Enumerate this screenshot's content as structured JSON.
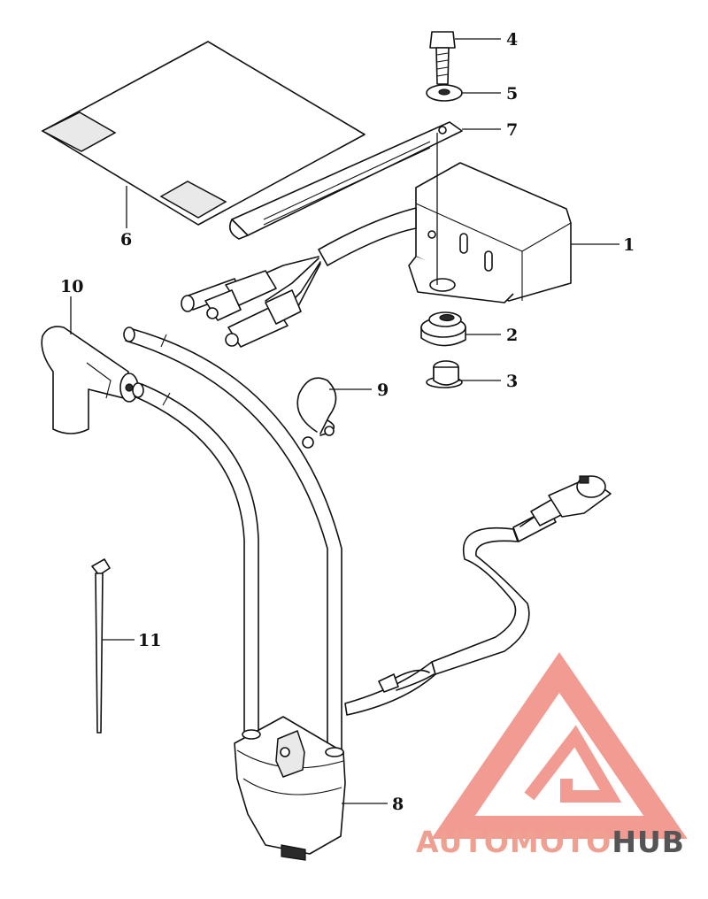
{
  "callouts": [
    {
      "id": "1",
      "text": "1"
    },
    {
      "id": "2",
      "text": "2"
    },
    {
      "id": "3",
      "text": "3"
    },
    {
      "id": "4",
      "text": "4"
    },
    {
      "id": "5",
      "text": "5"
    },
    {
      "id": "6",
      "text": "6"
    },
    {
      "id": "7",
      "text": "7"
    },
    {
      "id": "8",
      "text": "8"
    },
    {
      "id": "9",
      "text": "9"
    },
    {
      "id": "10",
      "text": "10"
    },
    {
      "id": "11",
      "text": "11"
    }
  ],
  "watermark": {
    "part1": "AUTOMOTO",
    "part2": "HUB",
    "color_primary": "#f08a80",
    "color_accent": "#f0b24a",
    "color_dark": "#555555"
  }
}
